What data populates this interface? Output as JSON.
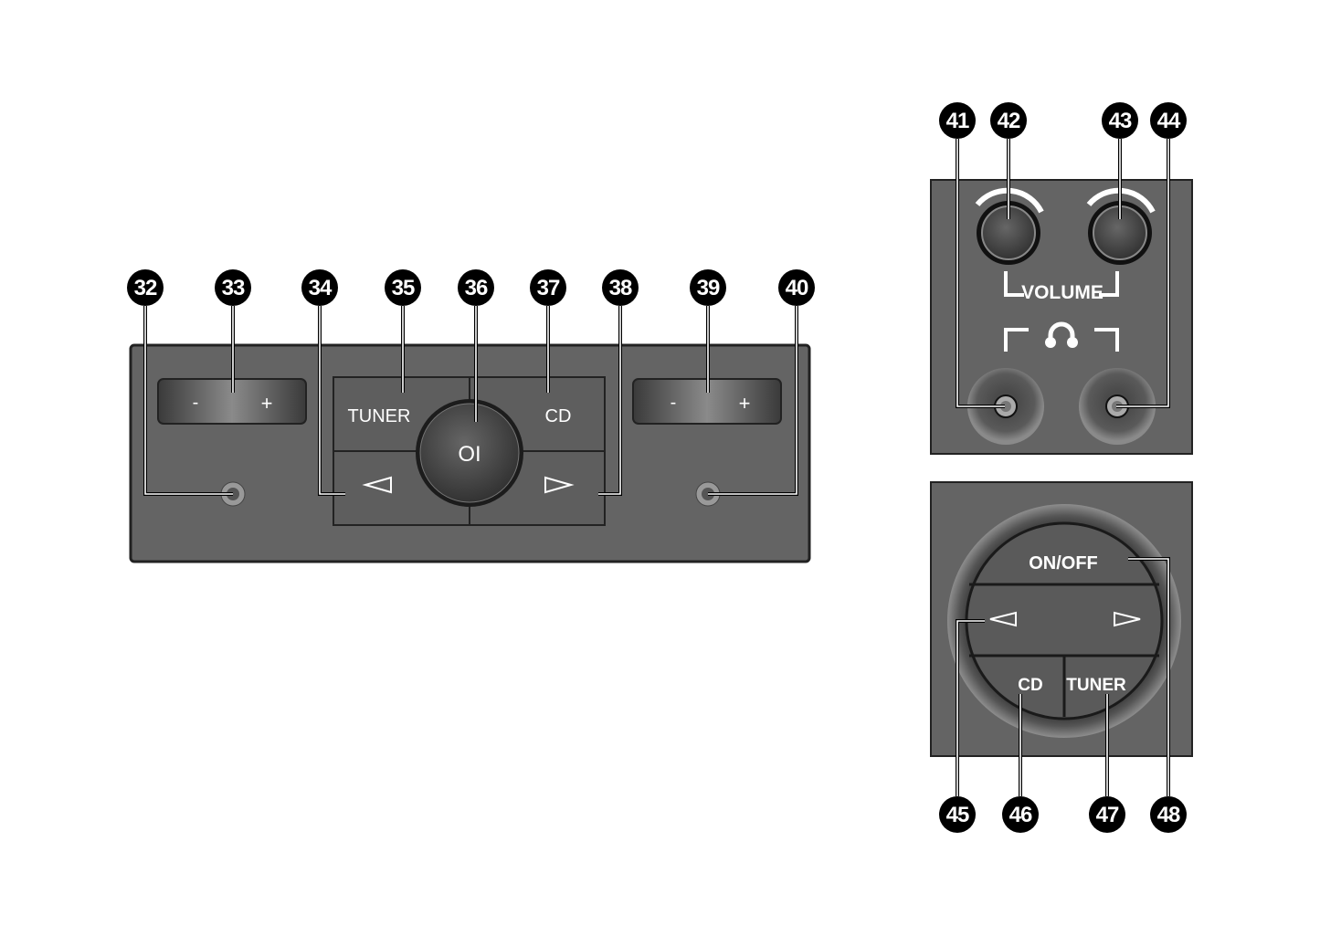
{
  "main_panel": {
    "left_rocker": {
      "minus": "-",
      "plus": "+"
    },
    "right_rocker": {
      "minus": "-",
      "plus": "+"
    },
    "tuner_label": "TUNER",
    "cd_label": "CD",
    "power_label": "OI"
  },
  "headphone_panel": {
    "volume_label": "VOLUME"
  },
  "round_panel": {
    "onoff_label": "ON/OFF",
    "cd_label": "CD",
    "tuner_label": "TUNER"
  },
  "callouts": [
    "32",
    "33",
    "34",
    "35",
    "36",
    "37",
    "38",
    "39",
    "40",
    "41",
    "42",
    "43",
    "44",
    "45",
    "46",
    "47",
    "48"
  ],
  "colors": {
    "panel": "#646464",
    "callout": "#000000",
    "text": "#ffffff"
  }
}
